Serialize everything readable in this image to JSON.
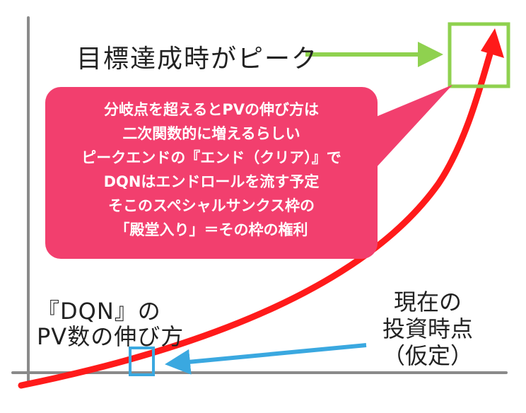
{
  "labels": {
    "goal_peak": "目標達成時がピーク",
    "dqn_line1": "『DQN』の",
    "dqn_line2": "PV数の伸び方",
    "current_line1": "現在の",
    "current_line2": "投資時点",
    "current_line3": "（仮定）"
  },
  "note": {
    "lines": [
      "分岐点を超えるとPVの伸び方は",
      "二次関数的に増えるらしい",
      "ピークエンドの『エンド（クリア）』で",
      "DQNはエンドロールを流す予定",
      "そこのスペシャルサンクス枠の",
      "「殿堂入り」＝その枠の権利"
    ]
  },
  "colors": {
    "curve": "#ff1a1a",
    "goal_marker": "#8fd14f",
    "current_marker": "#3aa8e0",
    "note_box": "#f23f6e",
    "axes": "#8a8a8a",
    "note_text": "#ffffff"
  }
}
